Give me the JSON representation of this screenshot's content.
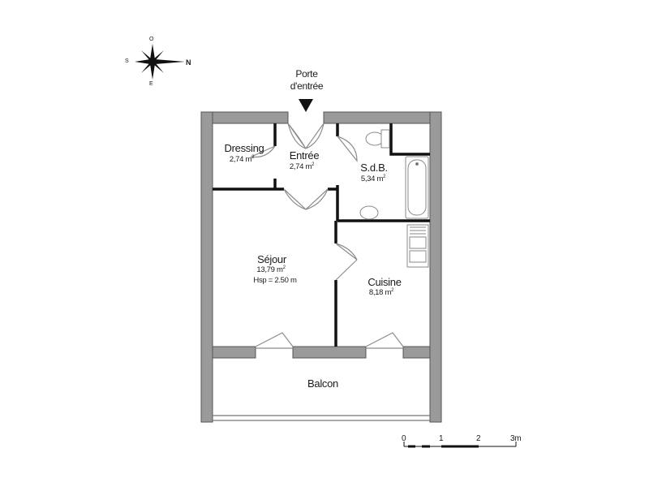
{
  "entrance": {
    "line1": "Porte",
    "line2": "d'entrée"
  },
  "compass": {
    "north": "O",
    "east": "N",
    "west": "S",
    "south": "E"
  },
  "rooms": {
    "dressing": {
      "name": "Dressing",
      "area": "2,74 m",
      "unit_sup": "2"
    },
    "entree": {
      "name": "Entrée",
      "area": "2,74 m",
      "unit_sup": "2"
    },
    "sdb": {
      "name": "S.d.B.",
      "area": "5,34 m",
      "unit_sup": "2"
    },
    "sejour": {
      "name": "Séjour",
      "area": "13,79 m",
      "unit_sup": "2",
      "height": "Hsp = 2.50 m"
    },
    "cuisine": {
      "name": "Cuisine",
      "area": "8,18 m",
      "unit_sup": "2"
    },
    "balcon": {
      "name": "Balcon"
    }
  },
  "scale": {
    "ticks": [
      "0",
      "1",
      "2",
      "3m"
    ]
  },
  "colors": {
    "wall": "#9a9a9a",
    "wall_edge": "#555555",
    "partition": "#111111",
    "door": "#8c8c8c"
  }
}
